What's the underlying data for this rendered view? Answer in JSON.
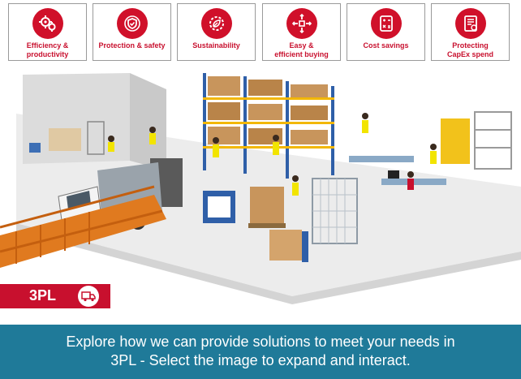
{
  "tiles": [
    {
      "label_line1": "Efficiency &",
      "label_line2": "productivity",
      "icon": "gears-icon"
    },
    {
      "label_line1": "Protection & safety",
      "label_line2": "",
      "icon": "shield-icon"
    },
    {
      "label_line1": "Sustainability",
      "label_line2": "",
      "icon": "leaf-gear-icon"
    },
    {
      "label_line1": "Easy &",
      "label_line2": "efficient buying",
      "icon": "arrows-icon"
    },
    {
      "label_line1": "Cost savings",
      "label_line2": "",
      "icon": "calculator-icon"
    },
    {
      "label_line1": "Protecting",
      "label_line2": "CapEx spend",
      "icon": "document-icon"
    }
  ],
  "badge": {
    "label": "3PL",
    "icon": "delivery-truck-icon"
  },
  "banner": {
    "line1": "Explore how we can provide solutions to meet your needs in",
    "line2": "3PL - Select the image to expand and interact."
  },
  "colors": {
    "brand_red": "#c8102e",
    "banner_blue": "#1f7a99",
    "floor": "#ececec",
    "rack_blue": "#2f5fa8",
    "box_brown": "#c8955c"
  }
}
